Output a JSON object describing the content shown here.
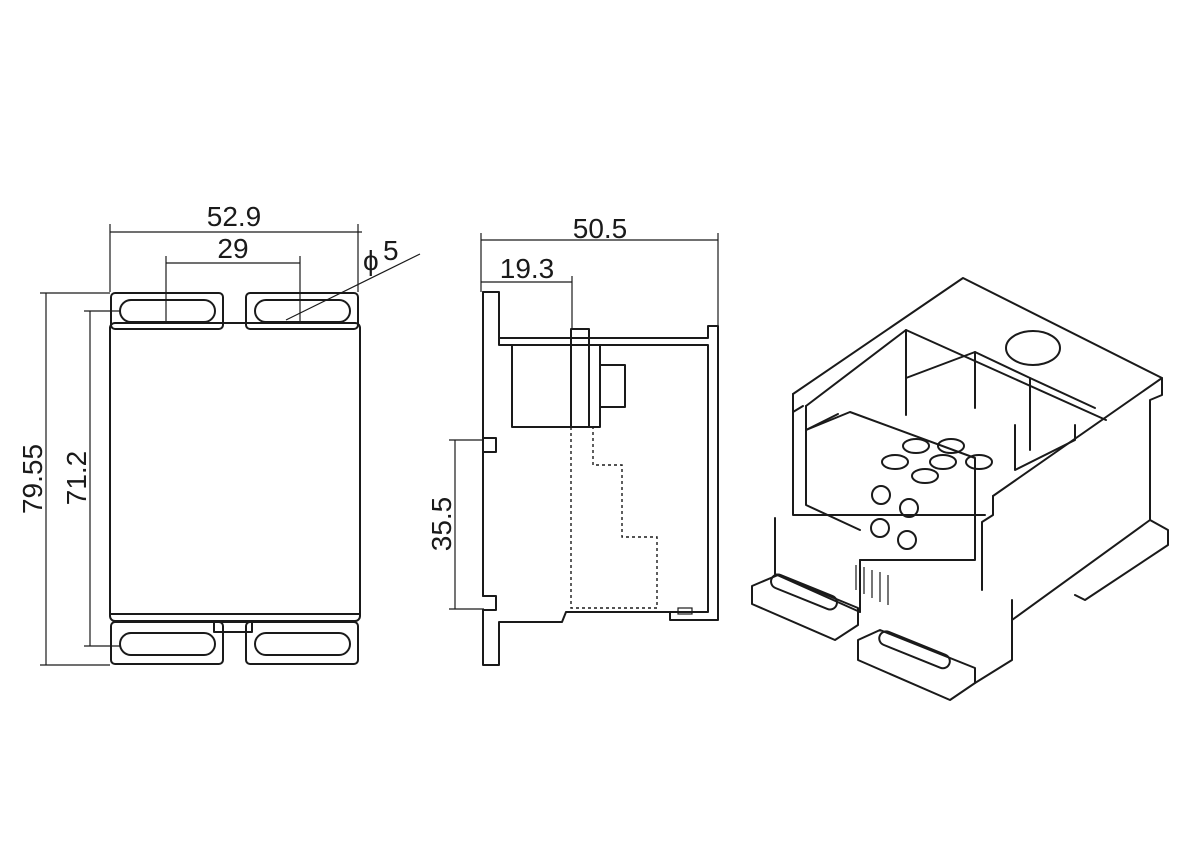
{
  "front_view": {
    "width_overall": "52.9",
    "slot_spacing": "29",
    "hole_diameter": "5",
    "diameter_symbol": "ϕ",
    "height_overall": "79.55",
    "height_body": "71.2"
  },
  "side_view": {
    "depth_overall": "50.5",
    "depth_partial": "19.3",
    "rail_height": "35.5"
  },
  "iso_view": {}
}
